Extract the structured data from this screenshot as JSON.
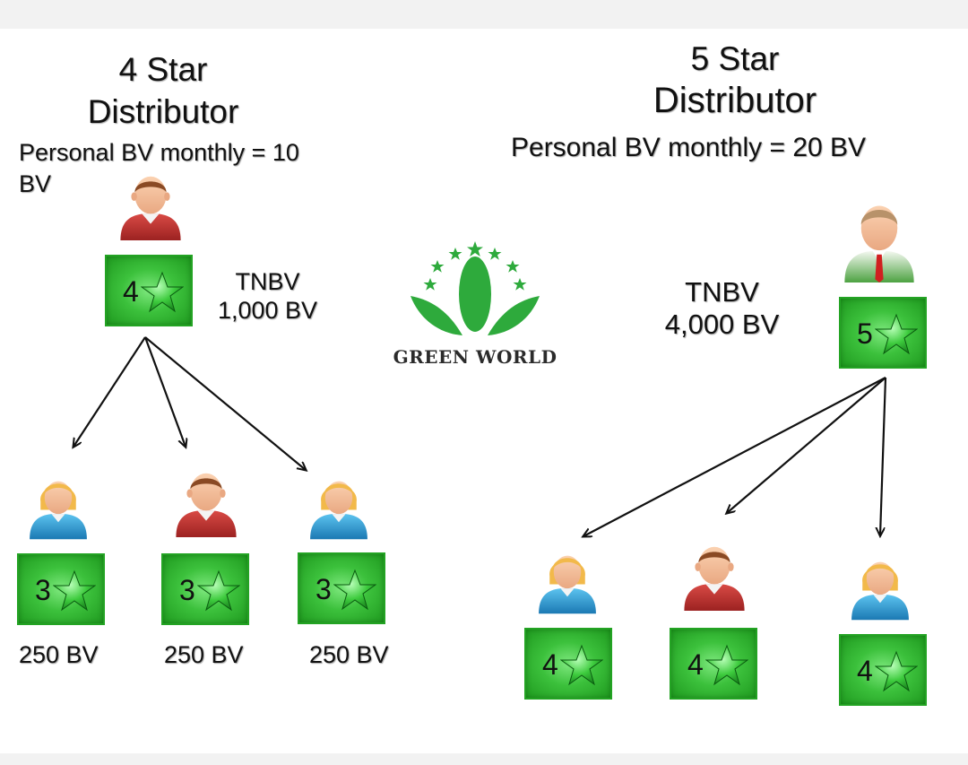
{
  "left": {
    "title_line1": "4 Star",
    "title_line2": "Distributor",
    "personal_bv_line1": "Personal BV monthly  = 10",
    "personal_bv_line2": "BV",
    "tnbv_label": "TNBV",
    "tnbv_value": "1,000 BV",
    "root_rank": "4",
    "children": [
      {
        "rank": "3",
        "bv": "250 BV",
        "avatar": "female-blue"
      },
      {
        "rank": "3",
        "bv": "250 BV",
        "avatar": "male-red"
      },
      {
        "rank": "3",
        "bv": "250 BV",
        "avatar": "female-blue"
      }
    ]
  },
  "right": {
    "title_line1": "5 Star",
    "title_line2": "Distributor",
    "personal_bv": "Personal BV monthly  = 20 BV",
    "tnbv_label": "TNBV",
    "tnbv_value": "4,000 BV",
    "root_rank": "5",
    "children": [
      {
        "rank": "4",
        "avatar": "female-blue"
      },
      {
        "rank": "4",
        "avatar": "male-red"
      },
      {
        "rank": "4",
        "avatar": "female-blue"
      }
    ]
  },
  "logo": {
    "text": "GREEN WORLD"
  },
  "colors": {
    "badge_green": "#3cc13c",
    "logo_green": "#2eaa3c",
    "shirt_red": "#c0302f",
    "shirt_blue": "#2d9fd6",
    "hair_brown": "#8a4a24",
    "hair_blonde": "#f2b94a"
  }
}
